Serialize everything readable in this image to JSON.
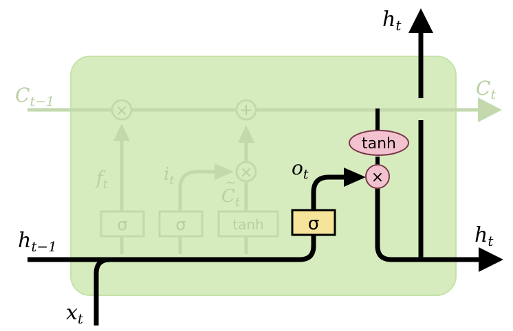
{
  "colors": {
    "cell_fill": "#d6ecbf",
    "cell_stroke": "#c6e2a8",
    "faded": "#c3d9ad",
    "faded_text": "#b7cfa1",
    "active": "#000000",
    "sigma_fill": "#f5e49a",
    "op_fill": "#f3c2cf",
    "op_stroke": "#7a3a4a"
  },
  "labels": {
    "c_prev_main": "C",
    "c_prev_sub": "t−1",
    "c_next_main": "C",
    "c_next_sub": "t",
    "h_top_main": "h",
    "h_top_sub": "t",
    "h_prev_main": "h",
    "h_prev_sub": "t−1",
    "h_out_main": "h",
    "h_out_sub": "t",
    "x_main": "x",
    "x_sub": "t",
    "f_main": "f",
    "f_sub": "t",
    "i_main": "i",
    "i_sub": "t",
    "ctil_main": "C",
    "ctil_sub": "t",
    "o_main": "o",
    "o_sub": "t"
  },
  "gates": {
    "sigma1": "σ",
    "sigma2": "σ",
    "tanh_gate": "tanh",
    "sigma_out": "σ"
  },
  "ops": {
    "mult1": "×",
    "add": "+",
    "mult2": "×",
    "tanh_op": "tanh",
    "mult_out": "×"
  }
}
